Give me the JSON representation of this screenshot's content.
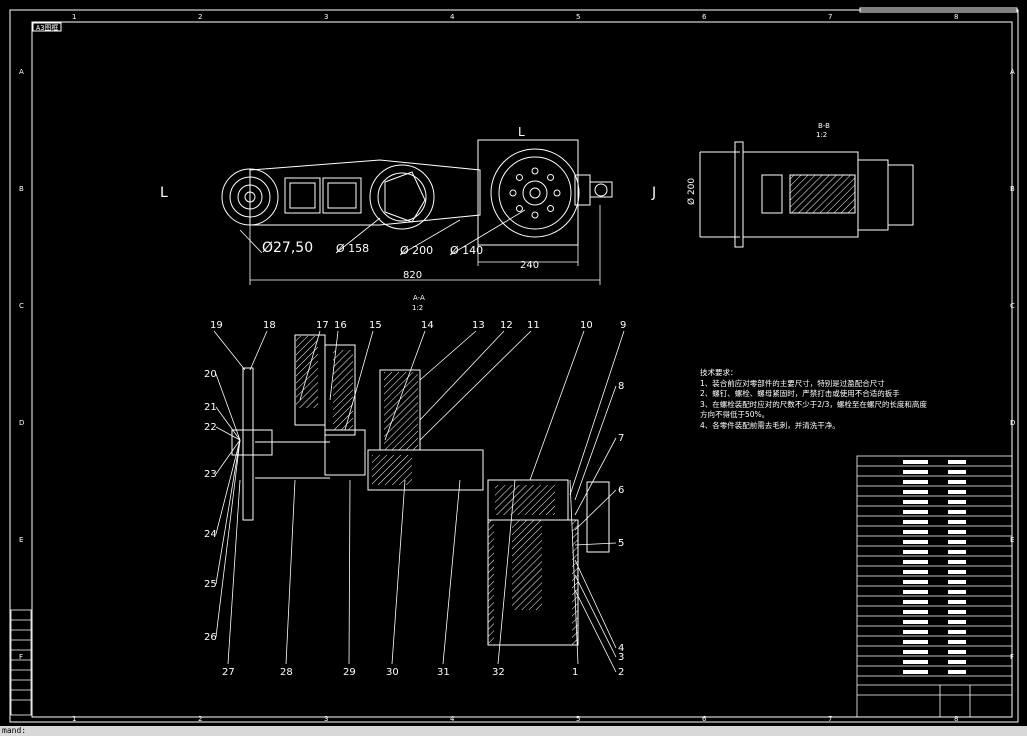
{
  "drawing": {
    "top_tab_label": "A3图框",
    "grid_columns": [
      "1",
      "2",
      "3",
      "4",
      "5",
      "6",
      "7",
      "8"
    ],
    "grid_rows": [
      "A",
      "B",
      "C",
      "D",
      "E",
      "F"
    ],
    "view_markers": {
      "left": "L",
      "right": "J",
      "top": "L",
      "section_ab_title": "A-A",
      "section_ab_scale": "1:2",
      "section_bb_title": "B-B",
      "section_bb_scale": "1:2"
    },
    "dimensions": {
      "d27_50": "Ø27,50",
      "d158": "Ø 158",
      "d200": "Ø 200",
      "d140": "Ø 140",
      "len240": "240",
      "len820": "820",
      "d200_side": "Ø 200"
    },
    "part_numbers_top": [
      "19",
      "18",
      "17",
      "16",
      "15",
      "14",
      "13",
      "12",
      "11",
      "10",
      "9"
    ],
    "part_numbers_left": [
      "20",
      "21",
      "22",
      "23",
      "24",
      "25",
      "26"
    ],
    "part_numbers_right": [
      "8",
      "7",
      "6",
      "5",
      "4",
      "3",
      "2"
    ],
    "part_numbers_bottom": [
      "27",
      "28",
      "29",
      "30",
      "31",
      "32",
      "1"
    ],
    "technical_notes": {
      "title": "技术要求：",
      "lines": [
        "1、装合前应对零部件的主要尺寸，特别是过盈配合尺寸",
        "2、螺钉、螺栓、螺母紧固时，严禁打击或使用不合适的扳手",
        "3、在螺栓装配时应对的尺数不少于2/3，螺栓至在螺尺的长度和高度",
        "方向不得低于50%。",
        "4、各零件装配前需去毛刺，并清洗干净。"
      ]
    }
  },
  "command_bar": {
    "text": "mand:"
  }
}
